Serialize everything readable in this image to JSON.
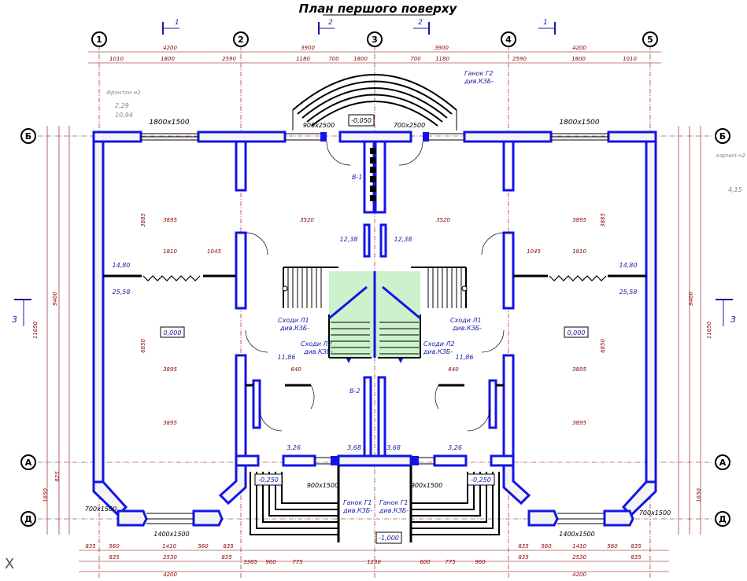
{
  "title": "План першого поверху",
  "section_marks": {
    "s1": "1",
    "s2": "2",
    "s3": "3"
  },
  "axes": {
    "columns": [
      "1",
      "2",
      "3",
      "4",
      "5"
    ],
    "rows": [
      "Б",
      "А",
      "Д"
    ]
  },
  "dimensions": {
    "top_total": [
      "4200",
      "3900",
      "3900",
      "4200"
    ],
    "top_detail": [
      "1010",
      "1800",
      "2590",
      "1180",
      "700",
      "1800",
      "700",
      "1180",
      "2590",
      "1800",
      "1010"
    ],
    "bottom_1": [
      "835",
      "560",
      "1410",
      "560",
      "835",
      "3385",
      "960",
      "775",
      "1230",
      "600",
      "775",
      "960",
      "835",
      "560",
      "1410",
      "560",
      "835"
    ],
    "bottom_2": [
      "835",
      "2530",
      "835",
      "835",
      "2530",
      "835"
    ],
    "bottom_3": [
      "4200",
      "4200"
    ],
    "left_vertical": [
      "11650",
      "9400",
      "3885",
      "6850",
      "3895",
      "1650",
      "825"
    ],
    "inner": [
      "3520",
      "3520",
      "3895",
      "3895",
      "3895",
      "3895",
      "640",
      "640",
      "1810",
      "1810",
      "1045",
      "1045"
    ]
  },
  "windows": {
    "w_top_left": "1800x1500",
    "w_top_right": "1800x1500",
    "w_top_center_left": "900x2500",
    "w_top_center_right": "700x2500",
    "w_bottom_1": "1400x1500",
    "w_bottom_2": "1400x1500",
    "w_bottom_3": "900x1500",
    "w_bottom_4": "900x1500",
    "w_corner_1": "700x1500",
    "w_corner_2": "700x1500"
  },
  "levels": {
    "top": "-0,050",
    "left_room": "0,000",
    "right_room": "0,000",
    "bottom_left": "-0,250",
    "bottom_right": "-0,250",
    "bottom_center": "-1,000"
  },
  "areas": {
    "a1": "14,80",
    "a2": "25,58",
    "a3": "14,80",
    "a4": "25,58",
    "a5": "12,38",
    "a6": "12,38",
    "a7": "11,86",
    "a8": "11,86",
    "a9": "3,26",
    "a10": "3,26",
    "a11": "3,68",
    "a12": "3,68"
  },
  "notes": {
    "porch_top": "Ганок Г2",
    "porch_top_ref": "див.КЗБ-",
    "stair_1": "Сходи Л1",
    "stair_1_ref": "див.КЗБ-",
    "stair_2": "Сходи Л2",
    "stair_2_ref": "див.КЗБ-",
    "stair_3": "Сходи Л2",
    "stair_3_ref": "див.КЗБ-",
    "stair_4": "Сходи Л1",
    "stair_4_ref": "див.КЗБ-",
    "porch_b1": "Ганок Г1",
    "porch_b1_ref": "див.КЗБ-",
    "porch_b2": "Ганок Г1",
    "porch_b2_ref": "див.КЗБ-",
    "gable_left": "Фронтон н2",
    "gable_left_v1": "2,29",
    "gable_left_v2": "10,94",
    "gable_right": "карниз н2",
    "gable_right_v": "4,15",
    "mark_b1": "В-1",
    "mark_b2": "В-2"
  },
  "corner_mark": "X"
}
